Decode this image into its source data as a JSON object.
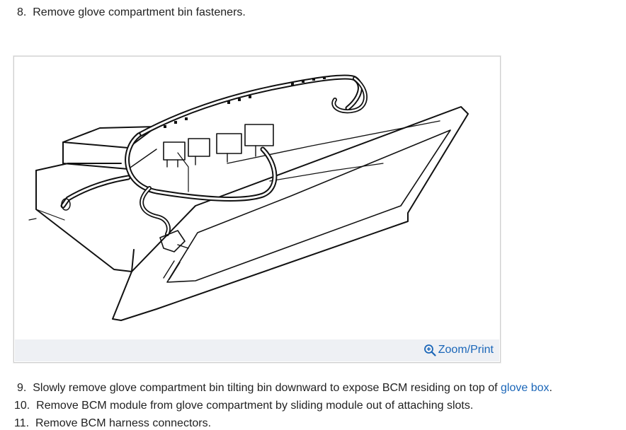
{
  "steps": {
    "s8": {
      "num": "8.",
      "text": "Remove glove compartment bin fasteners."
    },
    "s9": {
      "num": "9.",
      "text_before": "Slowly remove glove compartment bin tilting bin downward to expose BCM residing on top of ",
      "link": "glove box",
      "text_after": "."
    },
    "s10": {
      "num": "10.",
      "text": "Remove BCM module from glove compartment by sliding module out of attaching slots."
    },
    "s11": {
      "num": "11.",
      "text": "Remove BCM harness connectors."
    }
  },
  "figure": {
    "zoom_label": "Zoom/Print",
    "zoom_icon": "magnifier-plus-icon"
  },
  "colors": {
    "link": "#1a66b8",
    "text": "#222222",
    "footer_bg": "#eef0f4"
  }
}
